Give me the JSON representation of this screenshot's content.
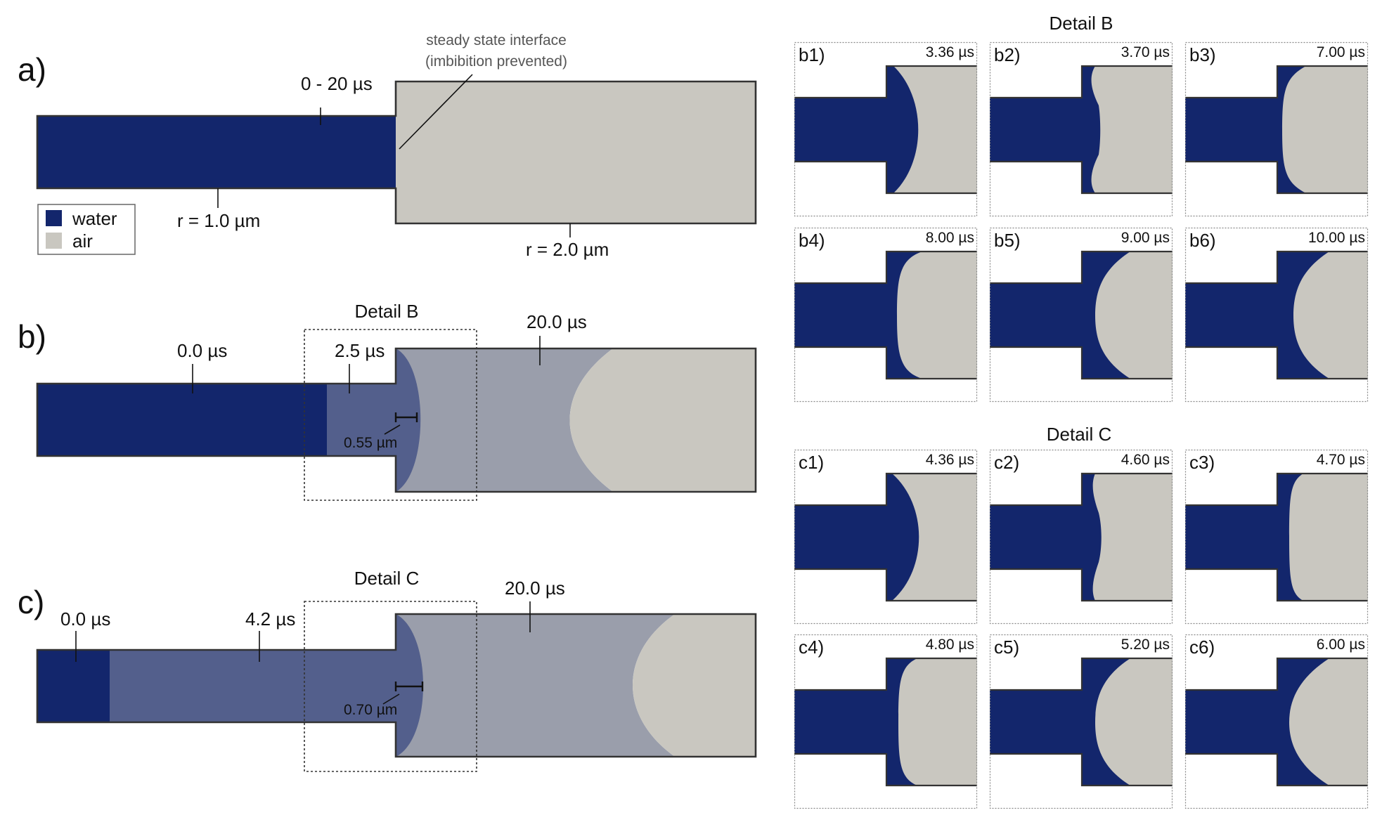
{
  "colors": {
    "water": "#13266c",
    "air": "#c9c7c0",
    "partial": "#535f8c",
    "mixed": "#9a9eab",
    "wall": "#333333"
  },
  "legend": {
    "items": [
      {
        "label": "water",
        "color": "#13266c"
      },
      {
        "label": "air",
        "color": "#c9c7c0"
      }
    ]
  },
  "panel_a": {
    "tag": "a)",
    "time": "0 - 20 µs",
    "note_line1": "steady state interface",
    "note_line2": "(imbibition prevented)",
    "r_small": "r = 1.0 µm",
    "r_large": "r = 2.0 µm"
  },
  "panel_b": {
    "tag": "b)",
    "detail": "Detail B",
    "t0": "0.0 µs",
    "t1": "2.5 µs",
    "t2": "20.0 µs",
    "gap": "0.55 µm"
  },
  "panel_c": {
    "tag": "c)",
    "detail": "Detail C",
    "t0": "0.0 µs",
    "t1": "4.2 µs",
    "t2": "20.0 µs",
    "gap": "0.70 µm"
  },
  "detail_b": {
    "title": "Detail B",
    "frames": [
      {
        "tag": "b1)",
        "time": "3.36 µs"
      },
      {
        "tag": "b2)",
        "time": "3.70 µs"
      },
      {
        "tag": "b3)",
        "time": "7.00 µs"
      },
      {
        "tag": "b4)",
        "time": "8.00 µs"
      },
      {
        "tag": "b5)",
        "time": "9.00 µs"
      },
      {
        "tag": "b6)",
        "time": "10.00 µs"
      }
    ]
  },
  "detail_c": {
    "title": "Detail C",
    "frames": [
      {
        "tag": "c1)",
        "time": "4.36 µs"
      },
      {
        "tag": "c2)",
        "time": "4.60 µs"
      },
      {
        "tag": "c3)",
        "time": "4.70 µs"
      },
      {
        "tag": "c4)",
        "time": "4.80 µs"
      },
      {
        "tag": "c5)",
        "time": "5.20 µs"
      },
      {
        "tag": "c6)",
        "time": "6.00 µs"
      }
    ]
  }
}
